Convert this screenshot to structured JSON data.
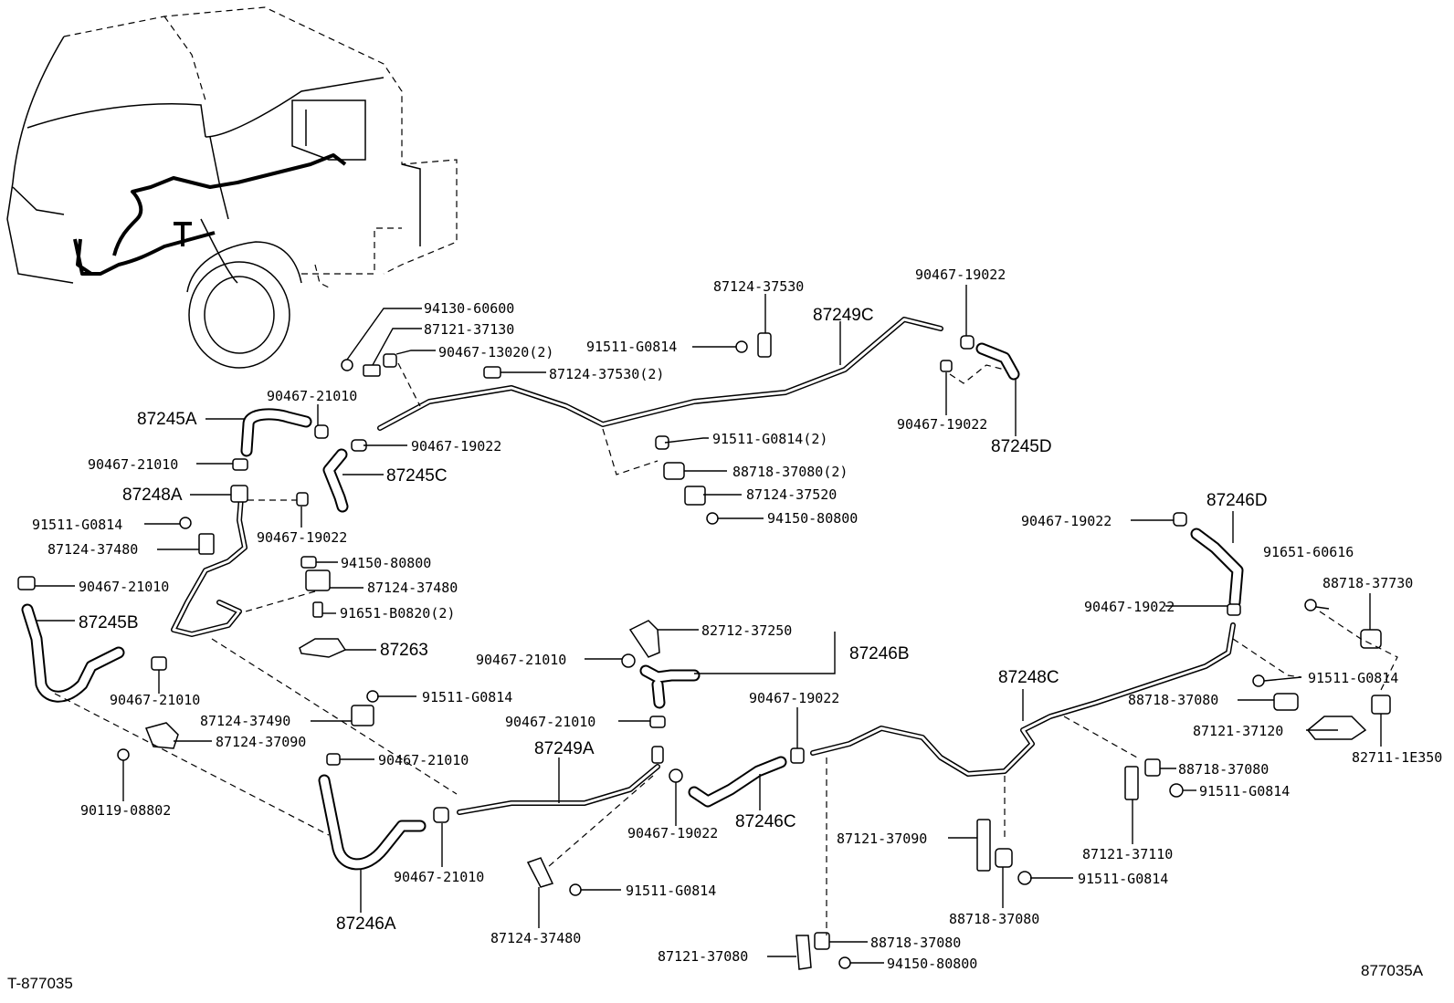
{
  "labels": {
    "p94130_60600": "94130-60600",
    "p87121_37130": "87121-37130",
    "p90467_13020": "90467-13020(2)",
    "p87124_37530_2": "87124-37530(2)",
    "p87124_37530": "87124-37530",
    "p91511_G0814_top": "91511-G0814",
    "p87249C": "87249C",
    "p90467_19022_tr1": "90467-19022",
    "p90467_19022_tr2": "90467-19022",
    "p87245D": "87245D",
    "p90467_21010_a": "90467-21010",
    "p87245A": "87245A",
    "p90467_19022_mid": "90467-19022",
    "p91511_G0814_2": "91511-G0814(2)",
    "p88718_37080_2": "88718-37080(2)",
    "p87124_37520": "87124-37520",
    "p94150_80800_a": "94150-80800",
    "p90467_21010_b": "90467-21010",
    "p87245C": "87245C",
    "p87248A": "87248A",
    "p90467_19022_l": "90467-19022",
    "p91511_G0814_l": "91511-G0814",
    "p87124_37480_l": "87124-37480",
    "p94150_80800_b": "94150-80800",
    "p90467_21010_c": "90467-21010",
    "p87124_37480_m": "87124-37480",
    "p91651_B0820": "91651-B0820(2)",
    "p87245B": "87245B",
    "p87263": "87263",
    "p90467_21010_d": "90467-21010",
    "p91511_G0814_m": "91511-G0814",
    "p87124_37490": "87124-37490",
    "p87124_37090": "87124-37090",
    "p90467_21010_e": "90467-21010",
    "p90119_08802": "90119-08802",
    "p82712_37250": "82712-37250",
    "p90467_21010_f": "90467-21010",
    "p87246B": "87246B",
    "p90467_21010_g": "90467-21010",
    "p87249A": "87249A",
    "p90467_19022_c": "90467-19022",
    "p87246C": "87246C",
    "p90467_19022_d": "90467-19022",
    "p90467_21010_h": "90467-21010",
    "p87246A": "87246A",
    "p91511_G0814_b": "91511-G0814",
    "p87124_37480_b": "87124-37480",
    "p87246D": "87246D",
    "p90467_19022_r1": "90467-19022",
    "p90467_19022_r2": "90467-19022",
    "p91651_60616": "91651-60616",
    "p88718_37730": "88718-37730",
    "p87248C": "87248C",
    "p91511_G0814_r": "91511-G0814",
    "p88718_37080_r": "88718-37080",
    "p87121_37120": "87121-37120",
    "p82711_1E350": "82711-1E350",
    "p88718_37080_r2": "88718-37080",
    "p91511_G0814_r2": "91511-G0814",
    "p87121_37090": "87121-37090",
    "p87121_37110": "87121-37110",
    "p91511_G0814_r3": "91511-G0814",
    "p88718_37080_b": "88718-37080",
    "p88718_37080_b2": "88718-37080",
    "p87121_37080": "87121-37080",
    "p94150_80800_c": "94150-80800"
  },
  "captions": {
    "left": "T-877035",
    "right": "877035A"
  }
}
